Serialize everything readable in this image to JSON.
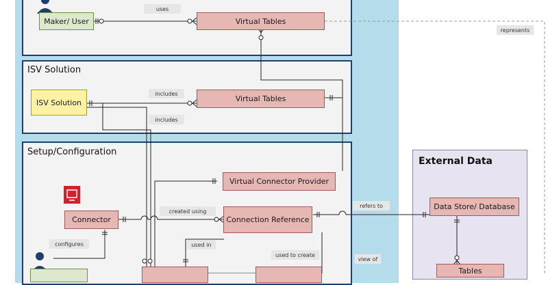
{
  "sections": {
    "isv": {
      "title": "ISV Solution"
    },
    "setup": {
      "title": "Setup/Configuration"
    },
    "external": {
      "title": "External Data"
    }
  },
  "entities": {
    "maker_user": "Maker/ User",
    "virtual_tables_top": "Virtual Tables",
    "isv_solution": "ISV Solution",
    "virtual_tables_isv": "Virtual Tables",
    "virtual_connector_provider": "Virtual Connector Provider",
    "connector": "Connector",
    "connection_reference": "Connection Reference",
    "data_store": "Data Store/ Database",
    "tables": "Tables"
  },
  "relations": {
    "uses": "uses",
    "represents": "represents",
    "includes_1": "includes",
    "includes_2": "includes",
    "created_using": "created using",
    "refers_to": "refers to",
    "configures": "configures",
    "used_in": "used in",
    "used_to_create": "used to create",
    "view_of": "view of"
  },
  "icons": {
    "actor": "person-icon",
    "sql": "sql-server-icon"
  },
  "colors": {
    "entity": "#e6b7b3",
    "actor": "#dde9cd",
    "isv": "#fdf1a4",
    "section_border": "#1f3e6e",
    "outer": "#b5dceb",
    "external": "#e7e3f0"
  }
}
